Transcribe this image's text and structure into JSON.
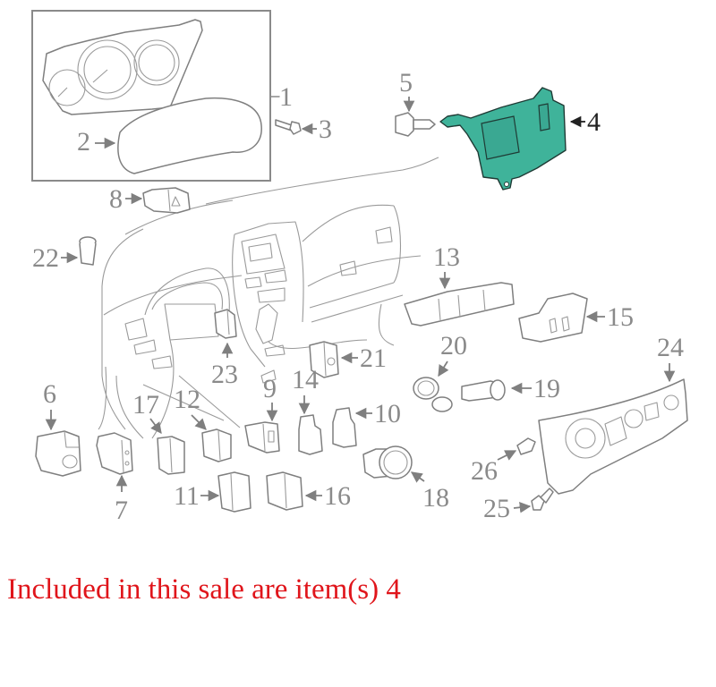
{
  "diagram": {
    "highlight_color": "#3fb39a",
    "line_color": "#8a8a8a",
    "callouts": [
      {
        "id": "1",
        "label": "1"
      },
      {
        "id": "2",
        "label": "2"
      },
      {
        "id": "3",
        "label": "3"
      },
      {
        "id": "4",
        "label": "4",
        "highlighted": true
      },
      {
        "id": "5",
        "label": "5"
      },
      {
        "id": "6",
        "label": "6"
      },
      {
        "id": "7",
        "label": "7"
      },
      {
        "id": "8",
        "label": "8"
      },
      {
        "id": "9",
        "label": "9"
      },
      {
        "id": "10",
        "label": "10"
      },
      {
        "id": "11",
        "label": "11"
      },
      {
        "id": "12",
        "label": "12"
      },
      {
        "id": "13",
        "label": "13"
      },
      {
        "id": "14",
        "label": "14"
      },
      {
        "id": "15",
        "label": "15"
      },
      {
        "id": "16",
        "label": "16"
      },
      {
        "id": "17",
        "label": "17"
      },
      {
        "id": "18",
        "label": "18"
      },
      {
        "id": "19",
        "label": "19"
      },
      {
        "id": "20",
        "label": "20"
      },
      {
        "id": "21",
        "label": "21"
      },
      {
        "id": "22",
        "label": "22"
      },
      {
        "id": "23",
        "label": "23"
      },
      {
        "id": "24",
        "label": "24"
      },
      {
        "id": "25",
        "label": "25"
      },
      {
        "id": "26",
        "label": "26"
      }
    ]
  },
  "note": {
    "text": "Included in this sale are item(s) 4",
    "color": "#e0151b"
  }
}
